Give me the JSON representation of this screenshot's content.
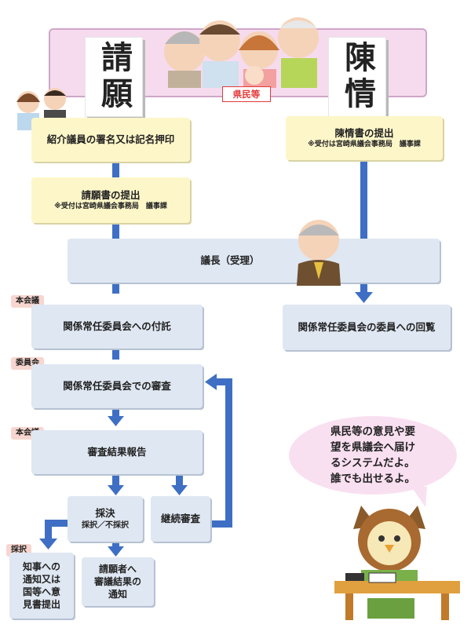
{
  "header": {
    "petition_title": "請願",
    "chinjo_title": "陳情",
    "citizens_label": "県民等"
  },
  "petition_flow": {
    "endorse": "紹介議員の署名又は記名押印",
    "submit": "請願書の提出",
    "submit_note": "※受付は宮崎県議会事務局　議事課"
  },
  "chinjo_flow": {
    "submit": "陳情書の提出",
    "submit_note": "※受付は宮崎県議会事務局　議事課",
    "circulate": "関係常任委員会の委員への回覧"
  },
  "speaker": "議長（受理）",
  "tags": {
    "plenary1": "本会議",
    "committee": "委員会",
    "plenary2": "本会議",
    "adopted": "採択"
  },
  "steps": {
    "refer": "関係常任委員会への付託",
    "review": "関係常任委員会での審査",
    "report": "審査結果報告",
    "vote": "採決",
    "vote_sub": "採択／不採択",
    "continue": "継続審査",
    "notify_governor": [
      "知事への",
      "通知又は",
      "国等へ意",
      "見書提出"
    ],
    "notify_petitioner": [
      "請願者へ",
      "審議結果の",
      "通知"
    ]
  },
  "bubble": [
    "県民等の意見や要",
    "望を県議会へ届け",
    "るシステムだよ。",
    "誰でも出せるよ。"
  ],
  "colors": {
    "arrow": "#3f6fc4",
    "yellow_box": "#fdf6c8",
    "blue_box": "#dfe7f2",
    "banner": "#f6dbee",
    "tag": "#f7d6cf",
    "citizens_label": "#e23a3a"
  }
}
